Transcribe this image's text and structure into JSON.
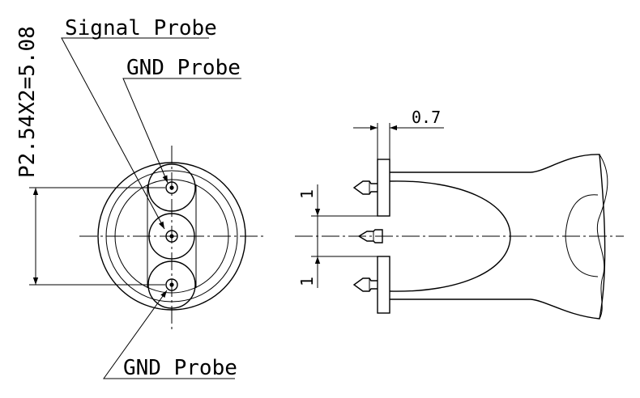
{
  "labels": {
    "signal_probe": "Signal Probe",
    "gnd_probe_top": "GND Probe",
    "gnd_probe_bottom": "GND Probe"
  },
  "dimensions": {
    "pitch": "P2.54X2=5.08",
    "flange_thickness": "0.7",
    "pin_offset_upper": "1",
    "pin_offset_lower": "1"
  }
}
